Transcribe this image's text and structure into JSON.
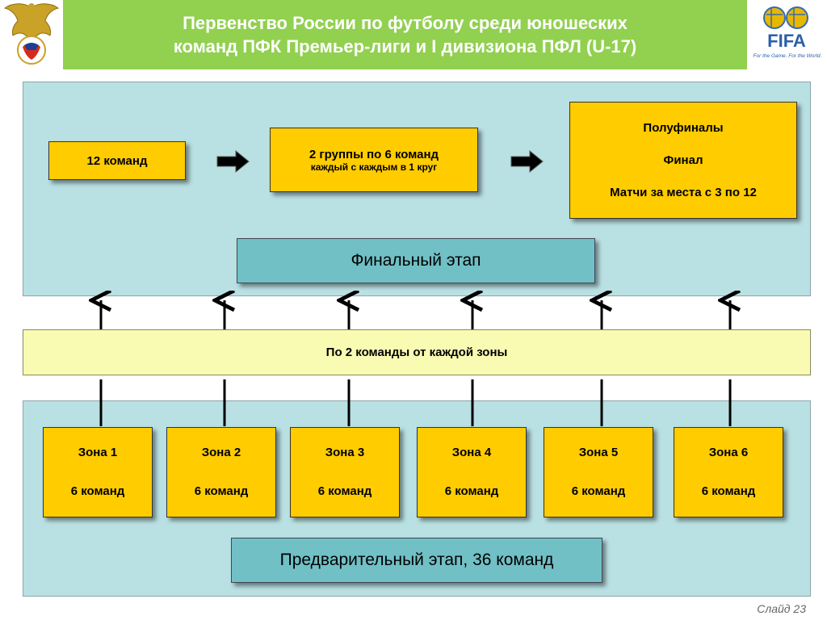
{
  "header": {
    "title_line1": "Первенство России по футболу  среди юношеских",
    "title_line2": "команд ПФК Премьер-лиги и I дивизиона ПФЛ (U-17)",
    "fifa_label": "FIFA",
    "fifa_tagline": "For the Game. For the World."
  },
  "final_stage": {
    "box1": "12 команд",
    "box2_line1": "2 группы по 6 команд",
    "box2_line2": "каждый с каждым в 1 круг",
    "box3": [
      "Полуфиналы",
      "Финал",
      "Матчи за места с 3 по 12"
    ],
    "label": "Финальный этап"
  },
  "qualification_band": "По 2 команды от каждой зоны",
  "preliminary_stage": {
    "zones": [
      {
        "name": "Зона 1",
        "teams": "6 команд"
      },
      {
        "name": "Зона 2",
        "teams": "6 команд"
      },
      {
        "name": "Зона 3",
        "teams": "6 команд"
      },
      {
        "name": "Зона 4",
        "teams": "6 команд"
      },
      {
        "name": "Зона 5",
        "teams": "6 команд"
      },
      {
        "name": "Зона 6",
        "teams": "6 команд"
      }
    ],
    "label": "Предварительный этап, 36 команд"
  },
  "footer": {
    "slide": "Слайд 23"
  }
}
